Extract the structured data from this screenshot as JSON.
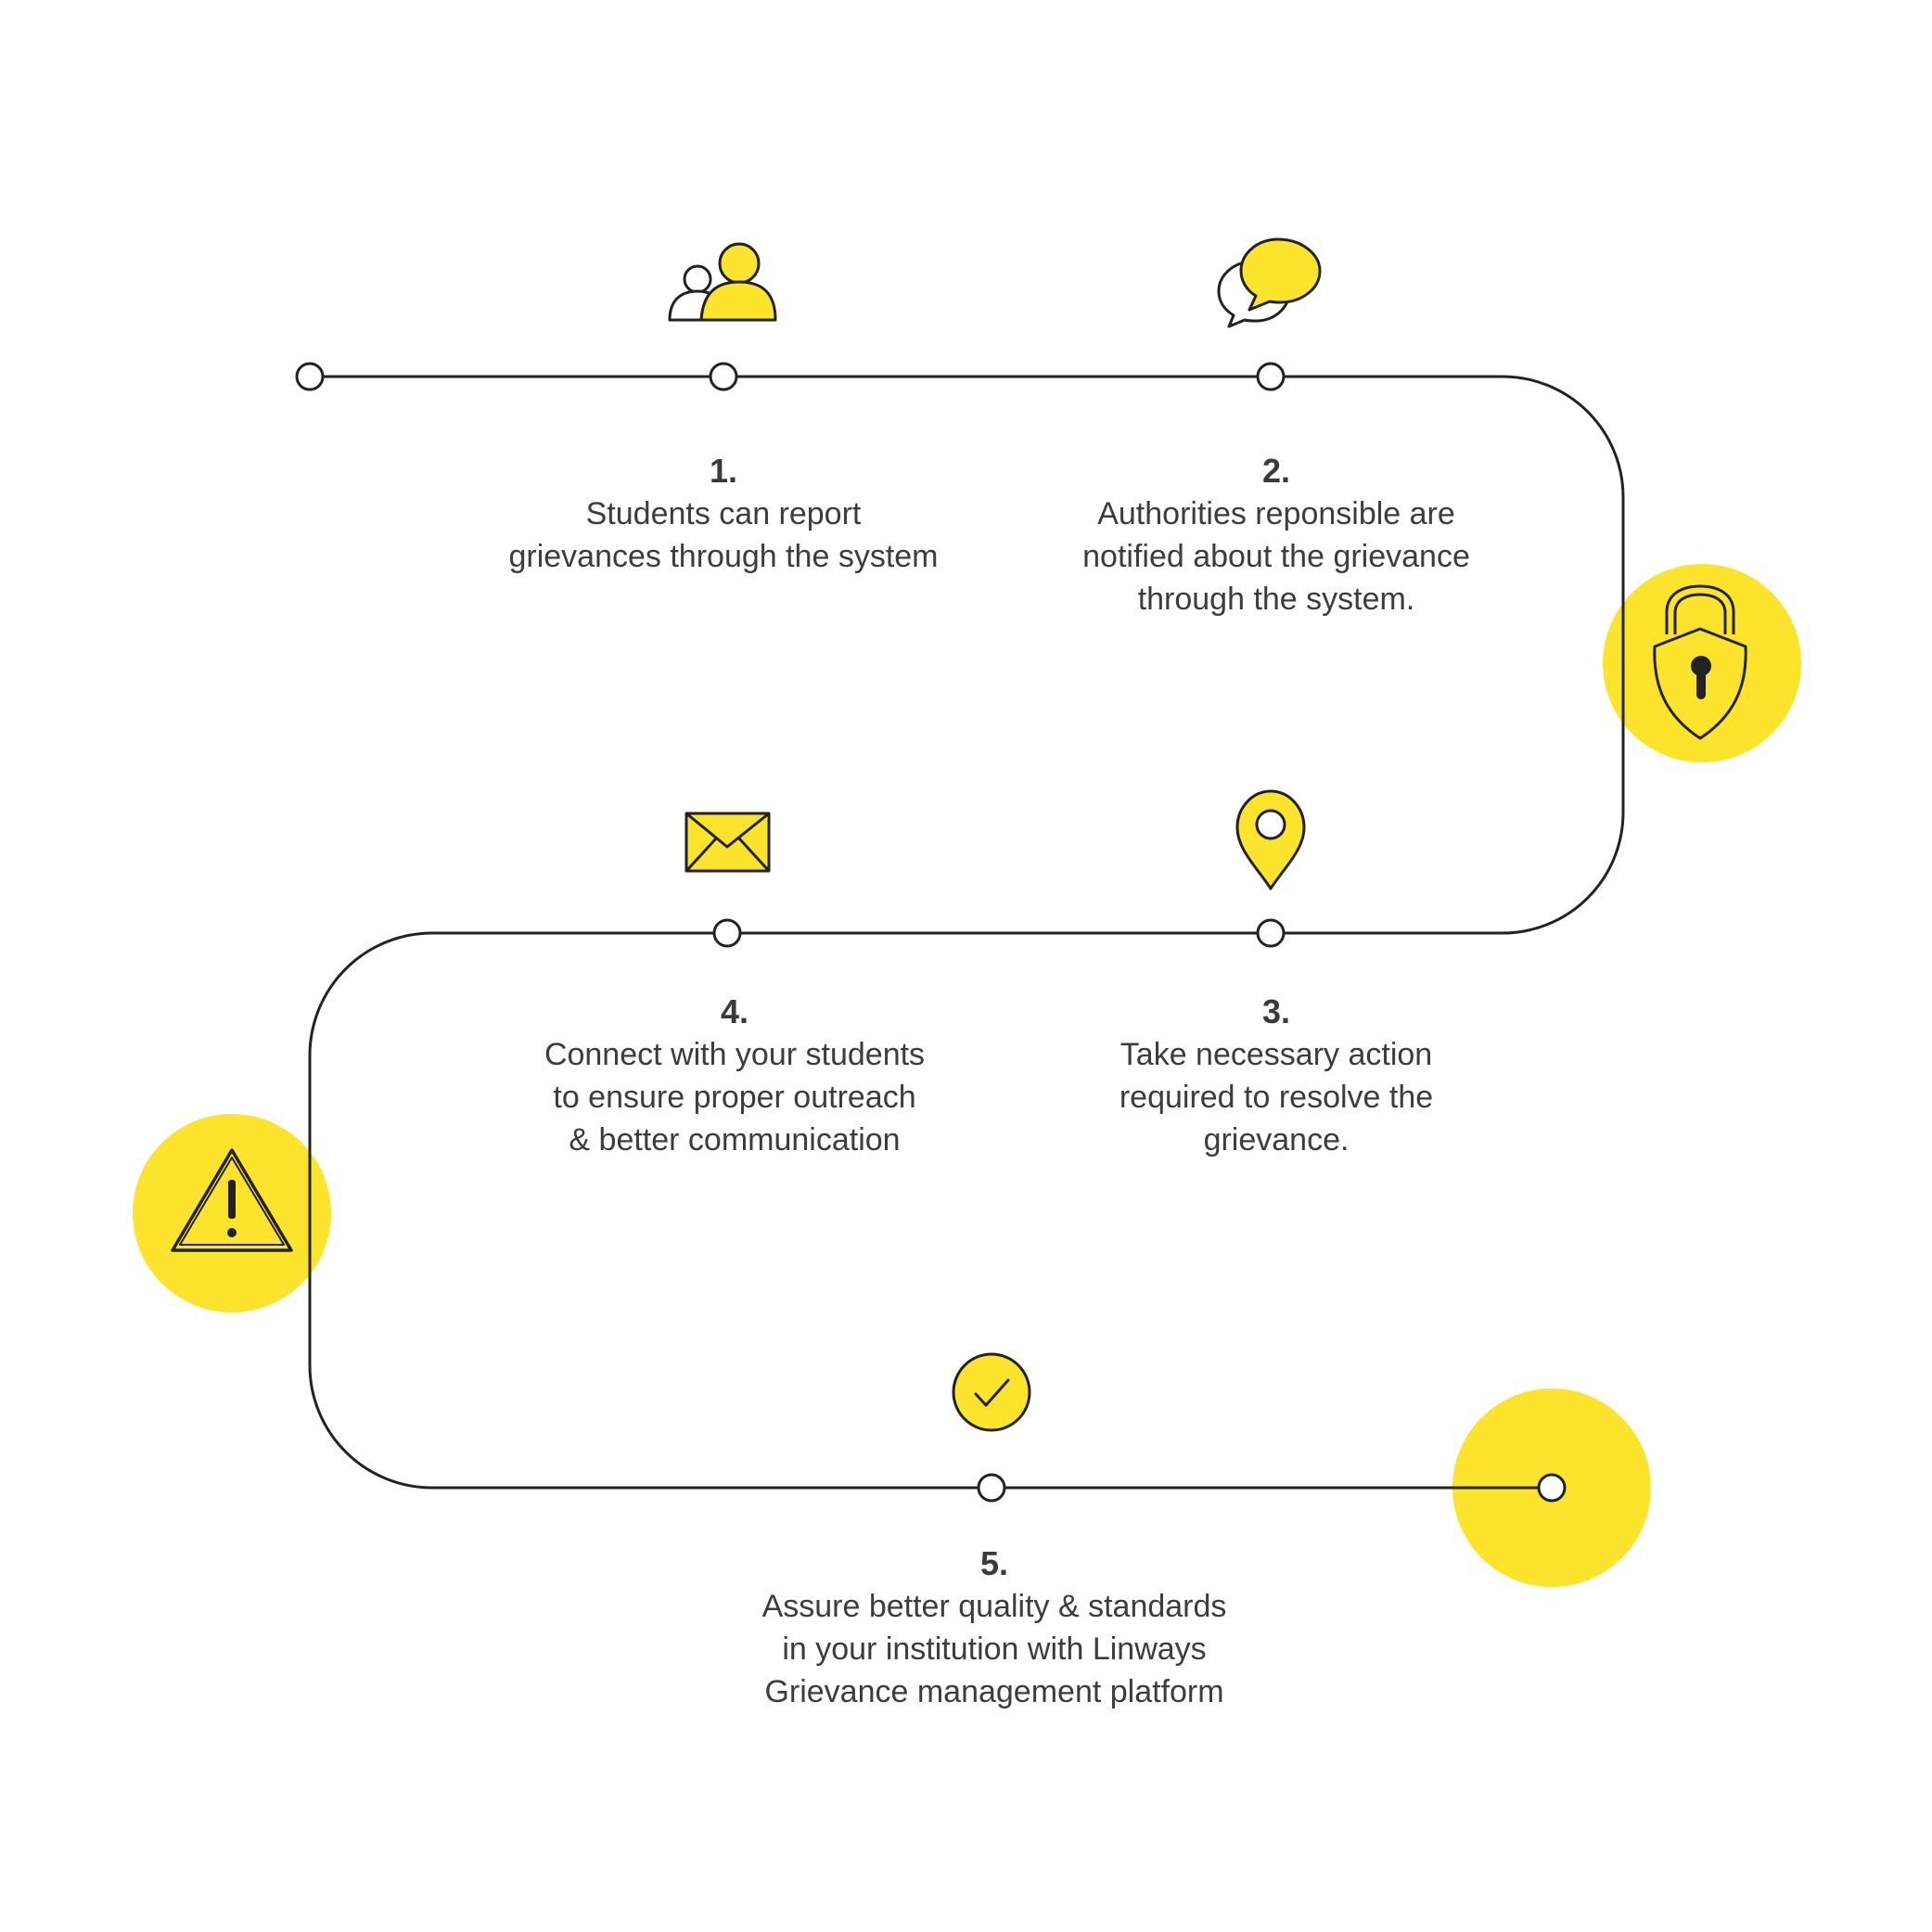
{
  "colors": {
    "accent": "#fce42c",
    "line": "#222222",
    "text": "#3c3c3c",
    "background": "#ffffff"
  },
  "steps": [
    {
      "number": "1.",
      "text": "Students can report\ngrievances through the system",
      "icon": "users-icon"
    },
    {
      "number": "2.",
      "text": "Authorities reponsible are\nnotified about the grievance\nthrough the system.",
      "icon": "chat-bubbles-icon"
    },
    {
      "number": "3.",
      "text": "Take necessary action\nrequired to resolve the\ngrievance.",
      "icon": "location-pin-icon"
    },
    {
      "number": "4.",
      "text": "Connect with your students\nto ensure proper outreach\n& better communication",
      "icon": "envelope-icon"
    },
    {
      "number": "5.",
      "text": "Assure better quality & standards\nin your institution with Linways\nGrievance management platform",
      "icon": "checkmark-circle-icon"
    }
  ],
  "decorations": [
    "padlock-shield-icon",
    "warning-triangle-icon"
  ]
}
